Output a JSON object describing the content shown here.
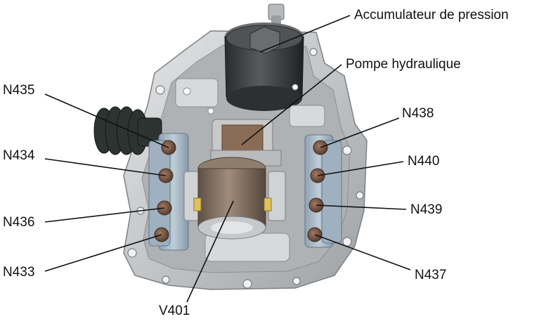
{
  "labels": {
    "accumulateur": "Accumulateur de pression",
    "pompe": "Pompe hydraulique",
    "n435": "N435",
    "n434": "N434",
    "n436": "N436",
    "n433": "N433",
    "n438": "N438",
    "n440": "N440",
    "n439": "N439",
    "n437": "N437",
    "v401": "V401"
  },
  "colors": {
    "housing": "#c9cbcd",
    "housing_dark": "#8e9296",
    "accumulator": "#3b3c3e",
    "motor_bronze": "#7a6a5c",
    "valve_block": "#a3b4c4",
    "valve_cap": "#6e4d3e",
    "boot": "#2c3330"
  }
}
